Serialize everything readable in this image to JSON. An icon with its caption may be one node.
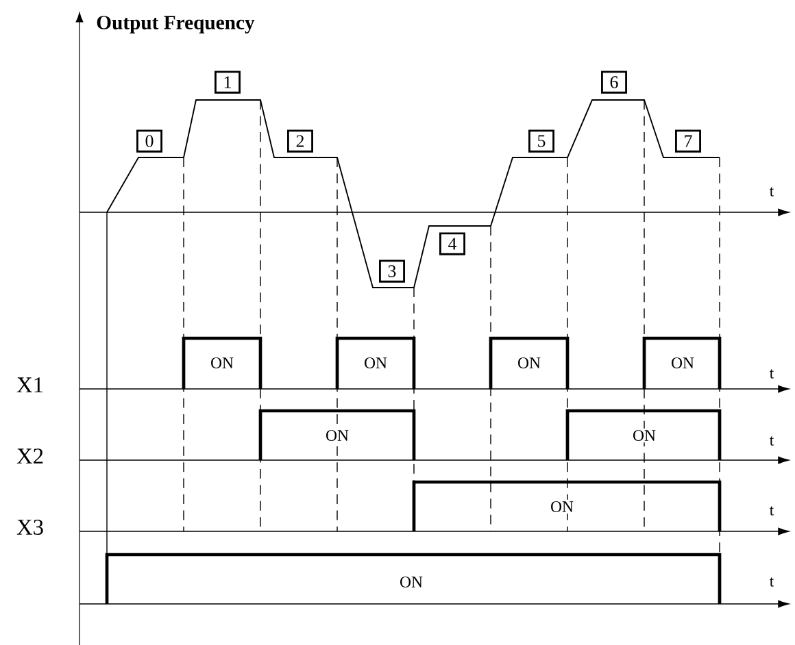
{
  "diagram": {
    "title": "Output Frequency",
    "nodes": [
      {
        "text": [
          "0"
        ]
      },
      {
        "text": [
          "1"
        ]
      },
      {
        "text": [
          "2"
        ]
      },
      {
        "text": [
          "3"
        ]
      },
      {
        "text": [
          "4"
        ]
      },
      {
        "text": [
          "5"
        ]
      },
      {
        "text": [
          "6"
        ]
      },
      {
        "text": [
          "7"
        ]
      }
    ],
    "labels": [
      "t",
      "ON",
      "ON",
      "ON",
      "ON",
      "t",
      "X1",
      "ON",
      "ON",
      "t",
      "X2",
      "ON",
      "t",
      "X3",
      "ON",
      "t"
    ]
  }
}
